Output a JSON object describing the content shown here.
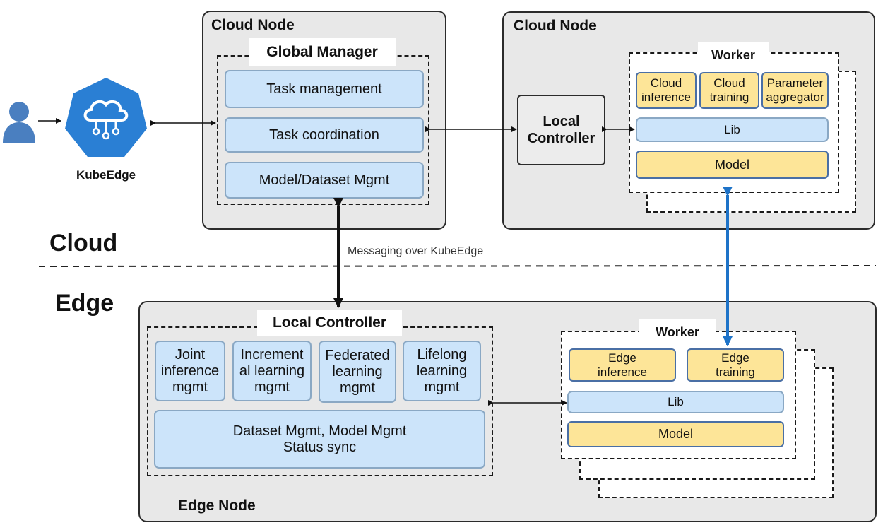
{
  "sections": {
    "cloud": "Cloud",
    "edge": "Edge"
  },
  "messaging_label": "Messaging over KubeEdge",
  "kubeedge": {
    "label": "KubeEdge"
  },
  "cloud_node_left": {
    "title": "Cloud Node",
    "global_manager": {
      "title": "Global Manager",
      "items": [
        "Task management",
        "Task coordination",
        "Model/Dataset Mgmt"
      ]
    }
  },
  "cloud_node_right": {
    "title": "Cloud Node",
    "local_controller": "Local\nController",
    "worker": {
      "title": "Worker",
      "items": [
        "Cloud\ninference",
        "Cloud\ntraining",
        "Parameter\naggregator"
      ],
      "lib": "Lib",
      "model": "Model"
    }
  },
  "edge_node": {
    "title": "Edge Node",
    "local_controller": {
      "title": "Local Controller",
      "items": [
        "Joint\ninference\nmgmt",
        "Increment\nal learning\nmgmt",
        "Federated\nlearning\nmgmt",
        "Lifelong\nlearning\nmgmt"
      ],
      "bottom": "Dataset Mgmt, Model Mgmt\nStatus sync"
    },
    "worker": {
      "title": "Worker",
      "items": [
        "Edge\ninference",
        "Edge\ntraining"
      ],
      "lib": "Lib",
      "model": "Model"
    }
  },
  "colors": {
    "node_bg": "#e8e8e8",
    "blue_box": "#cce4fa",
    "yellow_box": "#fde598",
    "accent_arrow": "#1e73c8",
    "kubeedge_logo": "#2a7fd4"
  }
}
